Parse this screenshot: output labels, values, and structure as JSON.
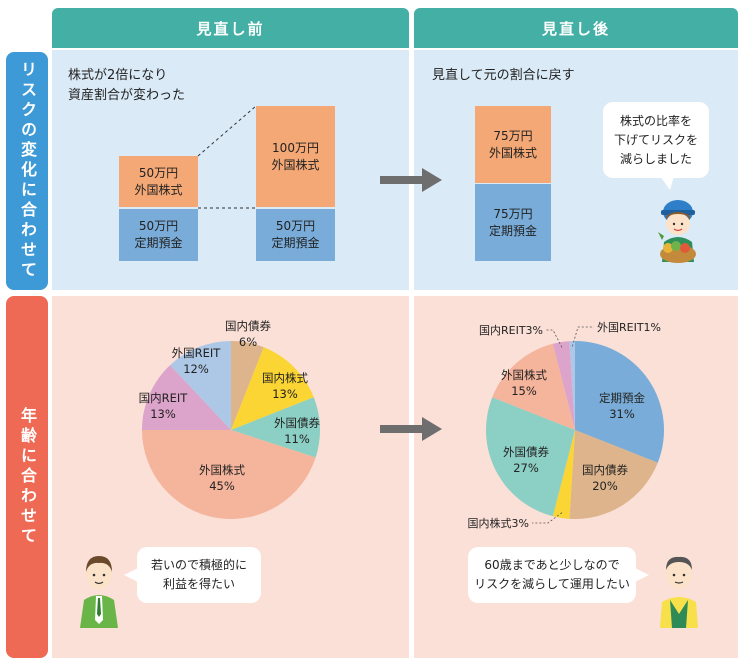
{
  "headers": {
    "before": "見直し前",
    "after": "見直し後"
  },
  "rows": {
    "risk": "リスクの変化に合わせて",
    "age": "年齢に合わせて"
  },
  "risk_before": {
    "caption_line1": "株式が2倍になり",
    "caption_line2": "資産割合が変わった",
    "small_stock_amount": "50万円",
    "small_stock_label": "外国株式",
    "small_deposit_amount": "50万円",
    "small_deposit_label": "定期預金",
    "large_stock_amount": "100万円",
    "large_stock_label": "外国株式",
    "large_deposit_amount": "50万円",
    "large_deposit_label": "定期預金"
  },
  "risk_after": {
    "caption": "見直して元の割合に戻す",
    "stock_amount": "75万円",
    "stock_label": "外国株式",
    "deposit_amount": "75万円",
    "deposit_label": "定期預金",
    "bubble_line1": "株式の比率を",
    "bubble_line2": "下げてリスクを",
    "bubble_line3": "減らしました"
  },
  "age_before": {
    "bubble_line1": "若いので積極的に",
    "bubble_line2": "利益を得たい"
  },
  "age_after": {
    "bubble_line1": "60歳まであと少しなので",
    "bubble_line2": "リスクを減らして運用したい"
  },
  "colors": {
    "header_teal": "#44b0a5",
    "risk_blue": "#3d9ad6",
    "age_red": "#ee6a55",
    "panel_blue": "#daeaf7",
    "panel_pink": "#fbe0d7",
    "stock_orange": "#f4a876",
    "deposit_blue": "#79acd8",
    "arrow_gray": "#6e6e6e"
  },
  "chart_data": [
    {
      "type": "pie",
      "name": "before",
      "slices": [
        {
          "label": "国内債券",
          "value": 6,
          "pct": "6%",
          "color": "#ddb48b"
        },
        {
          "label": "国内株式",
          "value": 13,
          "pct": "13%",
          "color": "#fbd533"
        },
        {
          "label": "外国債券",
          "value": 11,
          "pct": "11%",
          "color": "#8ccfc4"
        },
        {
          "label": "外国株式",
          "value": 45,
          "pct": "45%",
          "color": "#f5b49c"
        },
        {
          "label": "国内REIT",
          "value": 13,
          "pct": "13%",
          "color": "#dca3cb"
        },
        {
          "label": "外国REIT",
          "value": 12,
          "pct": "12%",
          "color": "#adc8e7"
        }
      ]
    },
    {
      "type": "pie",
      "name": "after",
      "slices": [
        {
          "label": "定期預金",
          "value": 31,
          "pct": "31%",
          "color": "#79acd8"
        },
        {
          "label": "国内債券",
          "value": 20,
          "pct": "20%",
          "color": "#ddb48b"
        },
        {
          "label": "国内株式",
          "value": 3,
          "pct": "3%",
          "color": "#fbd533",
          "callout": "国内株式3%"
        },
        {
          "label": "外国債券",
          "value": 27,
          "pct": "27%",
          "color": "#8ccfc4"
        },
        {
          "label": "外国株式",
          "value": 15,
          "pct": "15%",
          "color": "#f5b49c"
        },
        {
          "label": "国内REIT",
          "value": 3,
          "pct": "3%",
          "color": "#dca3cb",
          "callout": "国内REIT3%"
        },
        {
          "label": "外国REIT",
          "value": 1,
          "pct": "1%",
          "color": "#adc8e7",
          "callout": "外国REIT1%"
        }
      ]
    }
  ]
}
